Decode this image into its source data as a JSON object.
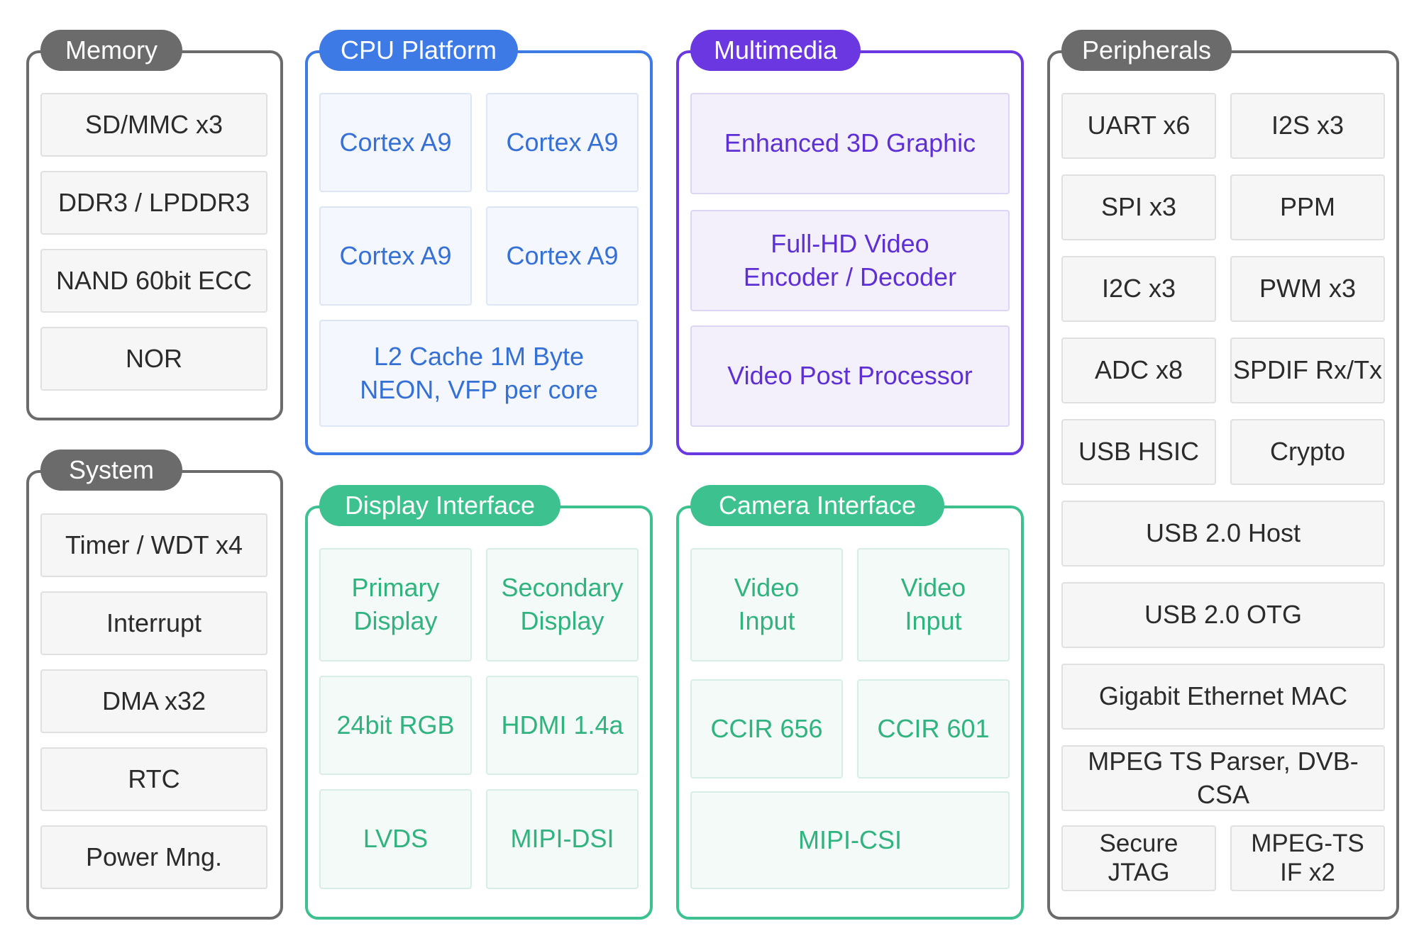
{
  "colors": {
    "gray": "#6b6b6b",
    "blue": "#3d7ae6",
    "purple": "#6a37e0",
    "green": "#3dc28f"
  },
  "memory": {
    "title": "Memory",
    "items": [
      "SD/MMC x3",
      "DDR3 / LPDDR3",
      "NAND 60bit ECC",
      "NOR"
    ]
  },
  "system": {
    "title": "System",
    "items": [
      "Timer / WDT x4",
      "Interrupt",
      "DMA x32",
      "RTC",
      "Power Mng."
    ]
  },
  "cpu": {
    "title": "CPU Platform",
    "cores": [
      "Cortex A9",
      "Cortex A9",
      "Cortex A9",
      "Cortex A9"
    ],
    "cache": "L2 Cache 1M Byte\nNEON, VFP per core"
  },
  "multimedia": {
    "title": "Multimedia",
    "items": [
      "Enhanced 3D Graphic",
      "Full-HD Video\nEncoder / Decoder",
      "Video Post Processor"
    ]
  },
  "display": {
    "title": "Display Interface",
    "items": [
      "Primary\nDisplay",
      "Secondary\nDisplay",
      "24bit RGB",
      "HDMI 1.4a",
      "LVDS",
      "MIPI-DSI"
    ]
  },
  "camera": {
    "title": "Camera Interface",
    "items": [
      "Video\nInput",
      "Video\nInput",
      "CCIR 656",
      "CCIR 601",
      "MIPI-CSI"
    ]
  },
  "peripherals": {
    "title": "Peripherals",
    "items": [
      "UART x6",
      "I2S x3",
      "SPI x3",
      "PPM",
      "I2C x3",
      "PWM x3",
      "ADC x8",
      "SPDIF Rx/Tx",
      "USB HSIC",
      "Crypto",
      "USB 2.0 Host",
      "USB 2.0 OTG",
      "Gigabit Ethernet MAC",
      "MPEG TS Parser, DVB-CSA",
      "Secure\nJTAG",
      "MPEG-TS\nIF x2"
    ]
  }
}
